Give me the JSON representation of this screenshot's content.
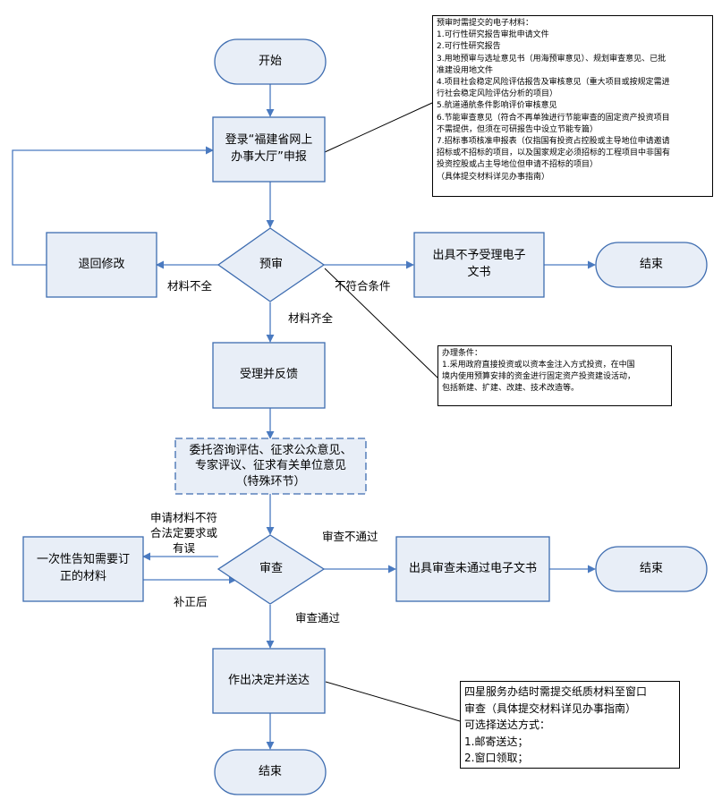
{
  "colors": {
    "box_fill": "#e8eef7",
    "box_stroke": "#3d6cb0",
    "terminal_fill": "#e8eef7",
    "arrow": "#4a7ac0",
    "note_border": "#000000"
  },
  "nodes": {
    "start": "开始",
    "login": [
      "登录“福建省网上",
      "办事大厅”申报"
    ],
    "pre_review": "预审",
    "return_modify": "退回修改",
    "not_accept": [
      "出具不予受理电子",
      "文书"
    ],
    "end_1": "结束",
    "accept_feedback": "受理并反馈",
    "special": [
      "委托咨询评估、征求公众意见、",
      "专家评议、征求有关单位意见",
      "（特殊环节）"
    ],
    "review": "审查",
    "notify_correct": [
      "一次性告知需要订",
      "正的材料"
    ],
    "review_fail_doc": "出具审查未通过电子文书",
    "end_2": "结束",
    "decision": "作出决定并送达",
    "end_3": "结束"
  },
  "edge_labels": {
    "incomplete": "材料不全",
    "not_qualified": "不符合条件",
    "complete": "材料齐全",
    "non_compliant": [
      "申请材料不符",
      "合法定要求或",
      "有误"
    ],
    "after_correction": "补正后",
    "review_failed": "审查不通过",
    "review_passed": "审查通过"
  },
  "notes": {
    "materials": [
      "预审时需提交的电子材料：",
      "1.可行性研究报告审批申请文件",
      "2.可行性研究报告",
      "3.用地预审与选址意见书（用海预审意见）、规划审查意见、已批",
      "准建设用地文件",
      "4.项目社会稳定风险评估报告及审核意见（重大项目或按规定需进",
      "行社会稳定风险评估分析的项目）",
      "5.航道通航条件影响评价审核意见",
      "6.节能审查意见（符合不再单独进行节能审查的固定资产投资项目",
      "不需提供，但须在可研报告中设立节能专篇）",
      "7.招标事项核准申报表（仅指国有投资占控股或主导地位申请邀请",
      "招标或不招标的项目，以及国家规定必须招标的工程项目中非国有",
      "投资控股或占主导地位但申请不招标的项目）",
      "（具体提交材料详见办事指南）"
    ],
    "conditions": [
      "办理条件：",
      "1.采用政府直接投资或以资本金注入方式投资，在中国",
      "境内使用预算安排的资金进行固定资产投资建设活动，",
      "包括新建、扩建、改建、技术改造等。"
    ],
    "delivery": [
      "四星服务办结时需提交纸质材料至窗口",
      "审查（具体提交材料详见办事指南）",
      "可选择送达方式：",
      "1.邮寄送达；",
      "2.窗口领取；"
    ]
  }
}
